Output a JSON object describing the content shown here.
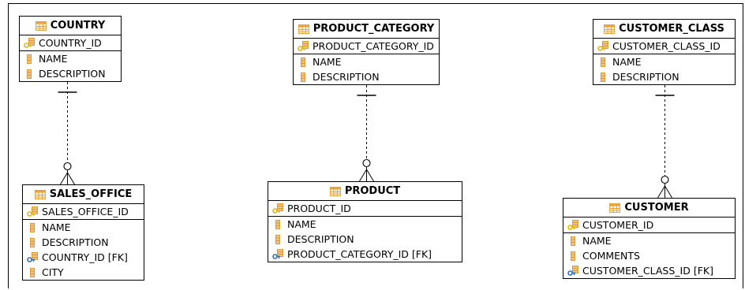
{
  "entities": {
    "country": {
      "name": "COUNTRY",
      "pk": [
        {
          "label": "COUNTRY_ID",
          "kind": "pk"
        }
      ],
      "attrs": [
        {
          "label": "NAME",
          "kind": "attr"
        },
        {
          "label": "DESCRIPTION",
          "kind": "attr"
        }
      ]
    },
    "product_category": {
      "name": "PRODUCT_CATEGORY",
      "pk": [
        {
          "label": "PRODUCT_CATEGORY_ID",
          "kind": "pk"
        }
      ],
      "attrs": [
        {
          "label": "NAME",
          "kind": "attr"
        },
        {
          "label": "DESCRIPTION",
          "kind": "attr"
        }
      ]
    },
    "customer_class": {
      "name": "CUSTOMER_CLASS",
      "pk": [
        {
          "label": "CUSTOMER_CLASS_ID",
          "kind": "pk"
        }
      ],
      "attrs": [
        {
          "label": "NAME",
          "kind": "attr"
        },
        {
          "label": "DESCRIPTION",
          "kind": "attr"
        }
      ]
    },
    "sales_office": {
      "name": "SALES_OFFICE",
      "pk": [
        {
          "label": "SALES_OFFICE_ID",
          "kind": "pk"
        }
      ],
      "attrs": [
        {
          "label": "NAME",
          "kind": "attr"
        },
        {
          "label": "DESCRIPTION",
          "kind": "attr"
        },
        {
          "label": "COUNTRY_ID [FK]",
          "kind": "fk"
        },
        {
          "label": "CITY",
          "kind": "attr"
        }
      ]
    },
    "product": {
      "name": "PRODUCT",
      "pk": [
        {
          "label": "PRODUCT_ID",
          "kind": "pk"
        }
      ],
      "attrs": [
        {
          "label": "NAME",
          "kind": "attr"
        },
        {
          "label": "DESCRIPTION",
          "kind": "attr"
        },
        {
          "label": "PRODUCT_CATEGORY_ID [FK]",
          "kind": "fk"
        }
      ]
    },
    "customer": {
      "name": "CUSTOMER",
      "pk": [
        {
          "label": "CUSTOMER_ID",
          "kind": "pk"
        }
      ],
      "attrs": [
        {
          "label": "NAME",
          "kind": "attr"
        },
        {
          "label": "COMMENTS",
          "kind": "attr"
        },
        {
          "label": "CUSTOMER_CLASS_ID [FK]",
          "kind": "fk"
        }
      ]
    }
  },
  "relationships": [
    {
      "from": "country",
      "to": "sales_office"
    },
    {
      "from": "product_category",
      "to": "product"
    },
    {
      "from": "customer_class",
      "to": "customer"
    }
  ],
  "colors": {
    "line": "#000000",
    "table_icon": "#e8a33d",
    "column_icon": "#d69a3a",
    "key_icon": "#e7b400",
    "fk_key_icon": "#2f6fc0"
  },
  "icons": {
    "table": "table-icon",
    "pk": "primary-key-column-icon",
    "fk": "foreign-key-column-icon",
    "attr": "column-icon"
  }
}
